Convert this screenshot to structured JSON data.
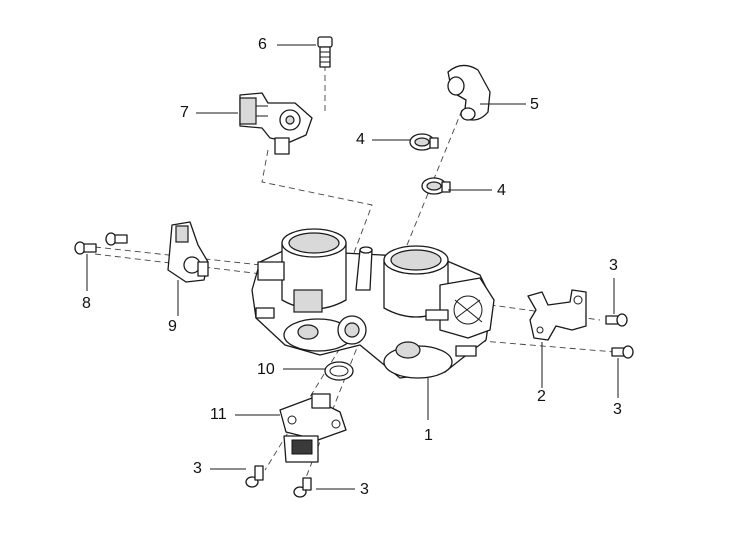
{
  "callouts": [
    {
      "id": "c1",
      "label": "1"
    },
    {
      "id": "c2",
      "label": "2"
    },
    {
      "id": "c3a",
      "label": "3"
    },
    {
      "id": "c3b",
      "label": "3"
    },
    {
      "id": "c3c",
      "label": "3"
    },
    {
      "id": "c3d",
      "label": "3"
    },
    {
      "id": "c4a",
      "label": "4"
    },
    {
      "id": "c4b",
      "label": "4"
    },
    {
      "id": "c5",
      "label": "5"
    },
    {
      "id": "c6",
      "label": "6"
    },
    {
      "id": "c7",
      "label": "7"
    },
    {
      "id": "c8",
      "label": "8"
    },
    {
      "id": "c9",
      "label": "9"
    },
    {
      "id": "c10",
      "label": "10"
    },
    {
      "id": "c11",
      "label": "11"
    }
  ]
}
